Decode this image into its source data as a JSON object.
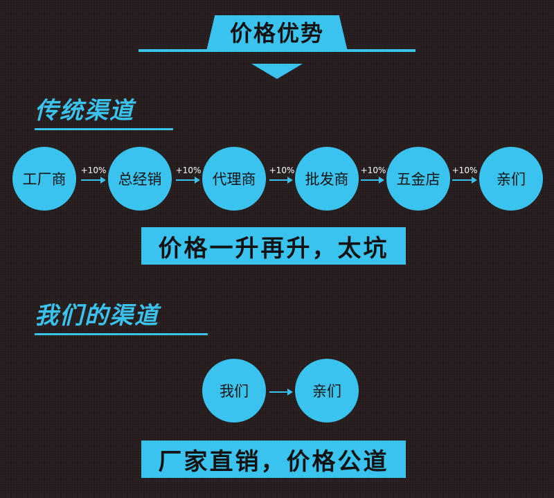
{
  "header": {
    "title": "价格优势"
  },
  "traditional": {
    "title": "传统渠道",
    "nodes": [
      "工厂商",
      "总经销",
      "代理商",
      "批发商",
      "五金店",
      "亲们"
    ],
    "markup": "+10%",
    "banner": "价格一升再升，太坑"
  },
  "ours": {
    "title": "我们的渠道",
    "nodes": [
      "我们",
      "亲们"
    ],
    "banner": "厂家直销，价格公道"
  },
  "colors": {
    "accent": "#3ac3ee",
    "background": "#2a2020",
    "text_dark": "#111111",
    "text_light": "#ffffff"
  }
}
